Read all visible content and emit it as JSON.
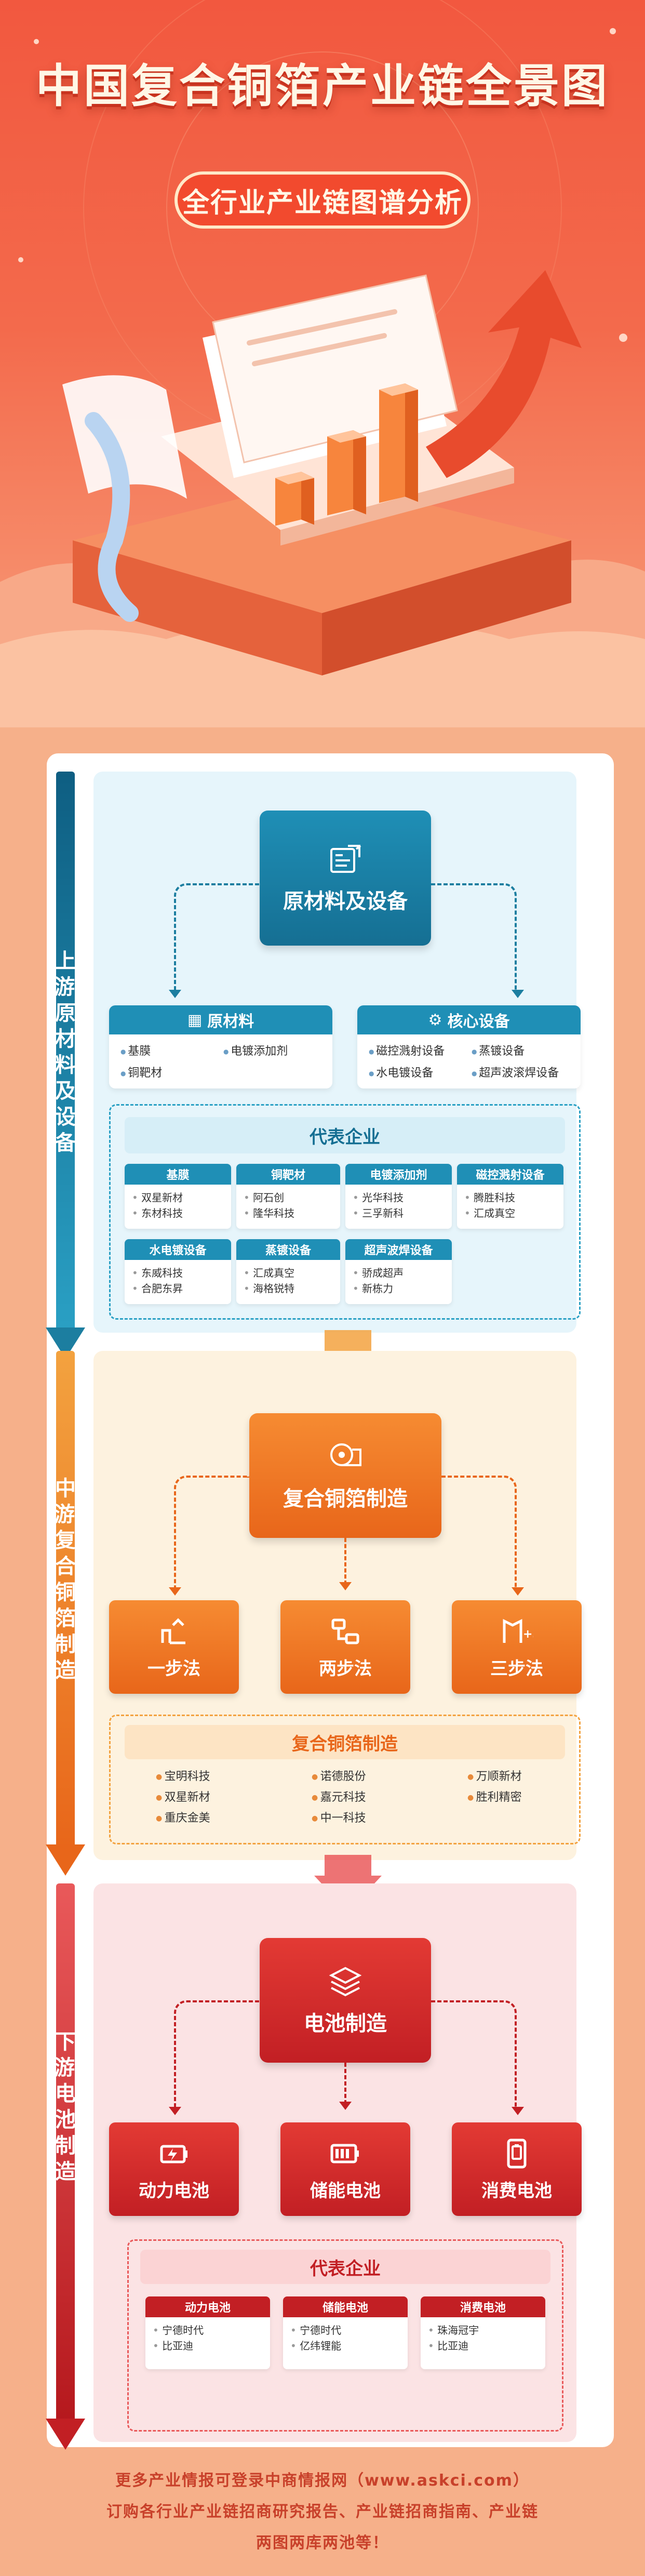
{
  "header": {
    "title": "中国复合铜箔产业链全景图",
    "subtitle": "全行业产业链图谱分析"
  },
  "colors": {
    "upstream": "#1c7ea0",
    "midstream": "#e8661a",
    "downstream": "#c21f24",
    "hero_bg": "#f2583f"
  },
  "upstream": {
    "stage_label": "上游：原材料及设备",
    "core": {
      "label": "原材料及设备",
      "icon": "factory-chart-icon"
    },
    "categories": [
      {
        "title": "原材料",
        "icon": "building-icon",
        "items": [
          "基膜",
          "电镀添加剂",
          "铜靶材"
        ]
      },
      {
        "title": "核心设备",
        "icon": "gear-icon",
        "items": [
          "磁控溅射设备",
          "蒸镀设备",
          "水电镀设备",
          "超声波滚焊设备"
        ]
      }
    ],
    "rep_title": "代表企业",
    "companies": [
      {
        "cat": "基膜",
        "names": [
          "双星新材",
          "东材科技"
        ]
      },
      {
        "cat": "铜靶材",
        "names": [
          "阿石创",
          "隆华科技"
        ]
      },
      {
        "cat": "电镀添加剂",
        "names": [
          "光华科技",
          "三孚新科"
        ]
      },
      {
        "cat": "磁控溅射设备",
        "names": [
          "腾胜科技",
          "汇成真空"
        ]
      },
      {
        "cat": "水电镀设备",
        "names": [
          "东威科技",
          "合肥东昇"
        ]
      },
      {
        "cat": "蒸镀设备",
        "names": [
          "汇成真空",
          "海格锐特"
        ]
      },
      {
        "cat": "超声波焊设备",
        "names": [
          "骄成超声",
          "新栋力"
        ]
      }
    ]
  },
  "midstream": {
    "stage_label": "中游：复合铜箔制造",
    "core": {
      "label": "复合铜箔制造",
      "icon": "foil-roll-icon"
    },
    "methods": [
      {
        "label": "一步法",
        "icon": "one-step-icon"
      },
      {
        "label": "两步法",
        "icon": "two-step-icon"
      },
      {
        "label": "三步法",
        "icon": "three-step-icon"
      }
    ],
    "rep_title": "复合铜箔制造",
    "companies": [
      [
        "宝明科技",
        "双星新材",
        "重庆金美"
      ],
      [
        "诺德股份",
        "嘉元科技",
        "中一科技"
      ],
      [
        "万顺新材",
        "胜利精密"
      ]
    ]
  },
  "downstream": {
    "stage_label": "下游：电池制造",
    "core": {
      "label": "电池制造",
      "icon": "layers-icon"
    },
    "batteries": [
      {
        "label": "动力电池",
        "icon": "power-battery-icon"
      },
      {
        "label": "储能电池",
        "icon": "storage-battery-icon"
      },
      {
        "label": "消费电池",
        "icon": "phone-battery-icon"
      }
    ],
    "rep_title": "代表企业",
    "companies": [
      {
        "cat": "动力电池",
        "names": [
          "宁德时代",
          "比亚迪"
        ]
      },
      {
        "cat": "储能电池",
        "names": [
          "宁德时代",
          "亿纬锂能"
        ]
      },
      {
        "cat": "消费电池",
        "names": [
          "珠海冠宇",
          "比亚迪"
        ]
      }
    ]
  },
  "footer": {
    "line1": "更多产业情报可登录中商情报网（www.askci.com）",
    "line2": "订购各行业产业链招商研究报告、产业链招商指南、产业链",
    "line3": "两图两库两池等！"
  }
}
